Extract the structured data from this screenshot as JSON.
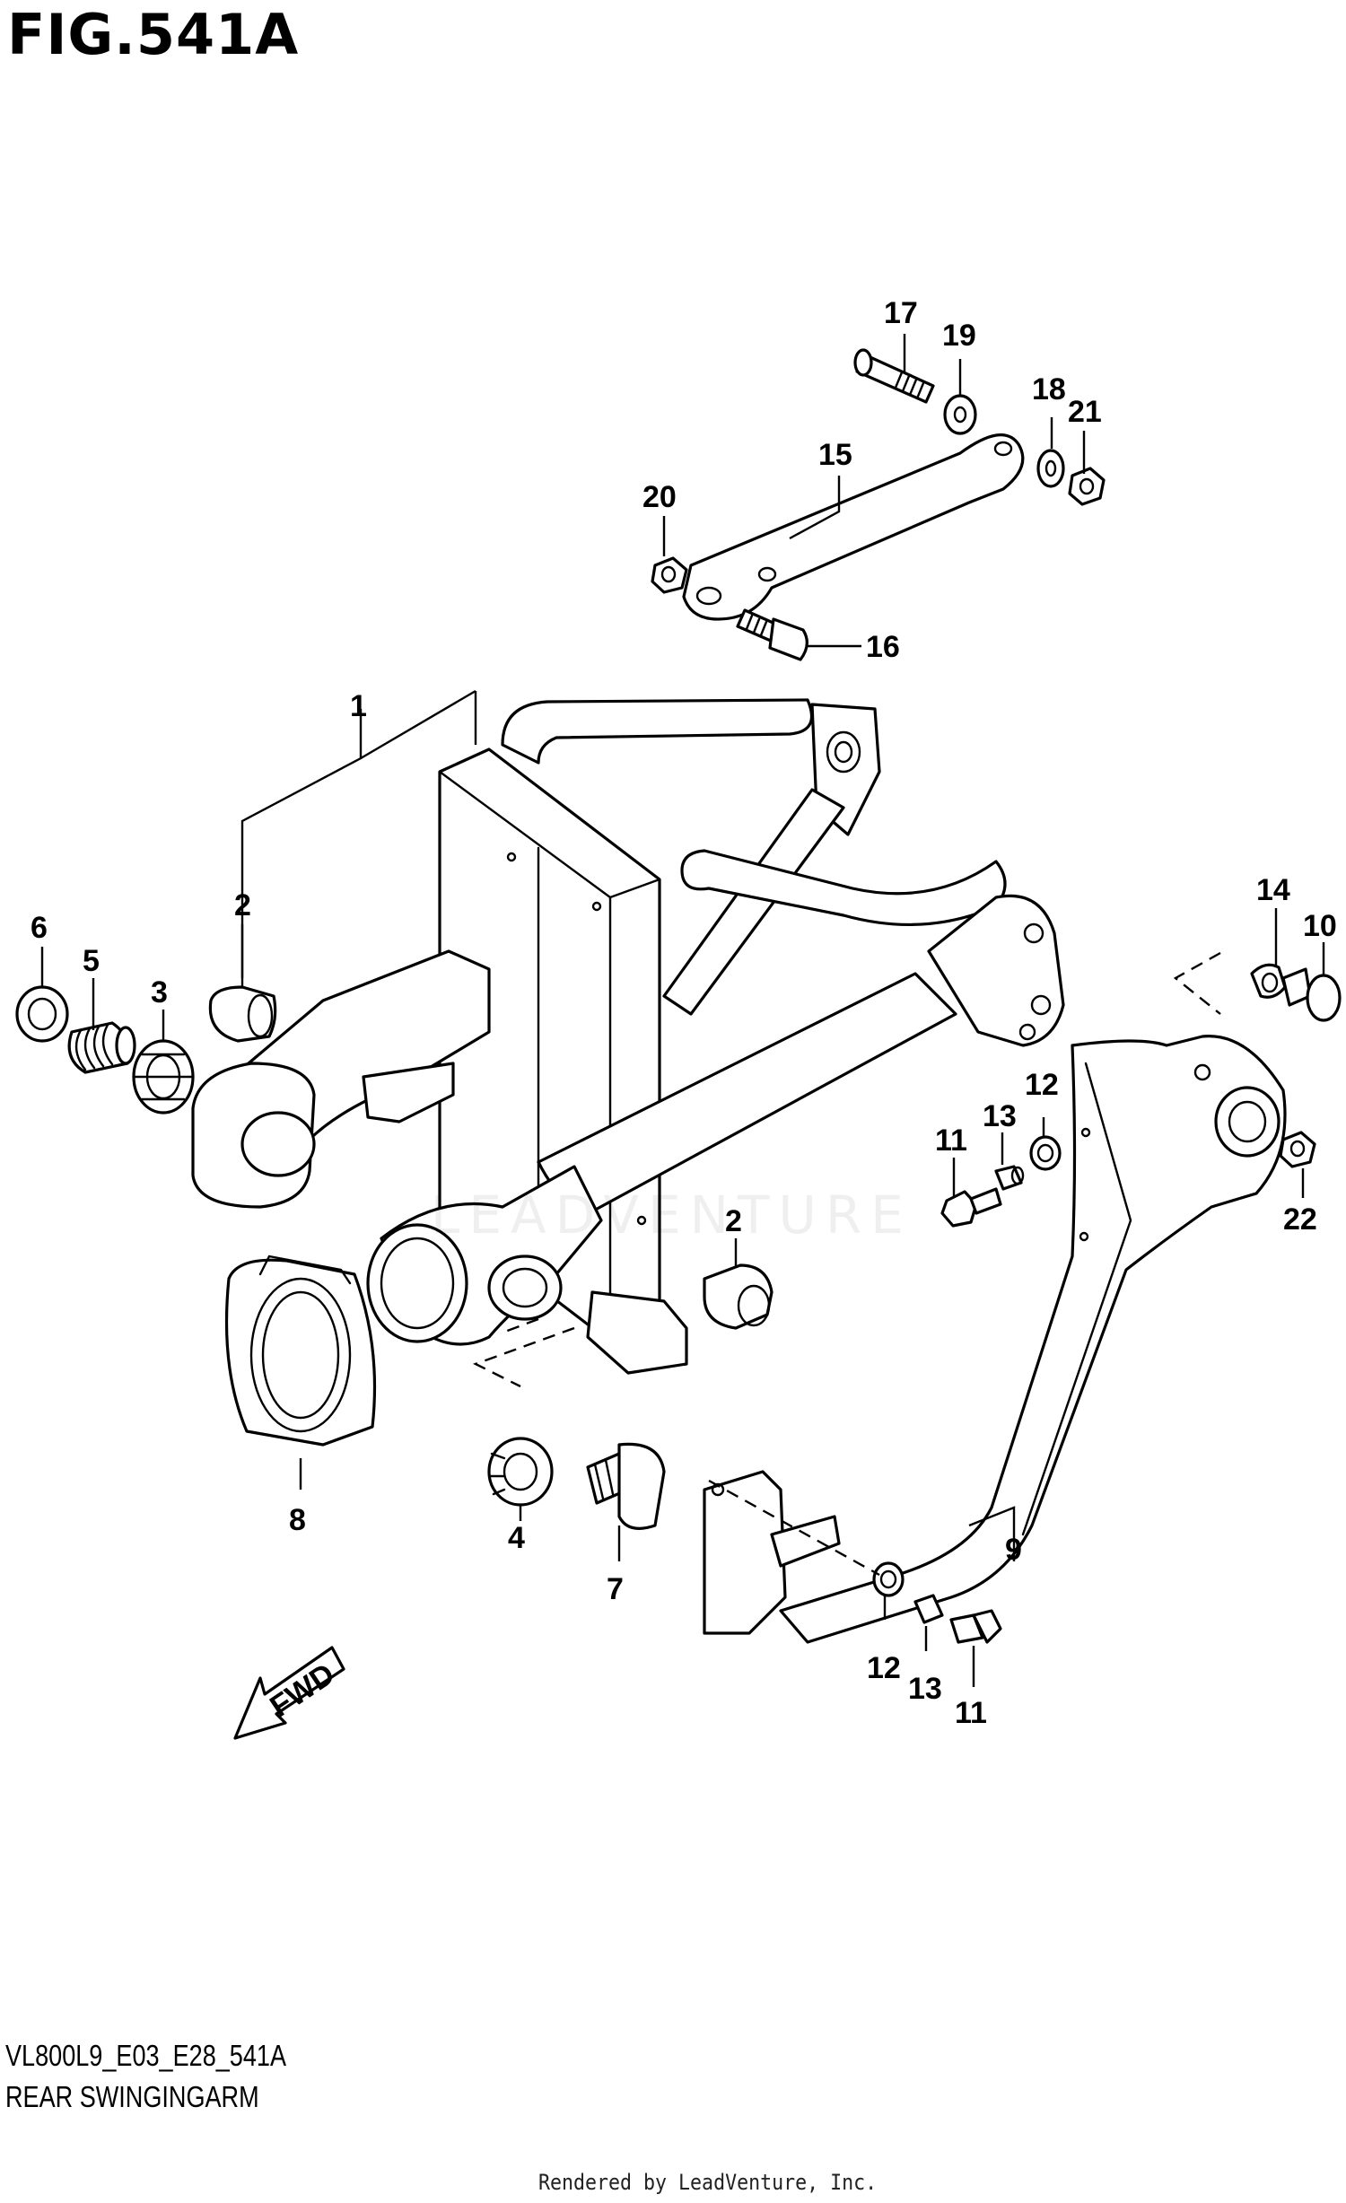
{
  "figure": {
    "title": "FIG.541A",
    "code": "VL800L9_E03_E28_541A",
    "name": "REAR SWINGINGARM",
    "credit": "Rendered by LeadVenture, Inc.",
    "watermark": "LEADVENTURE",
    "fwd_label": "FWD"
  },
  "callouts": {
    "c1": "1",
    "c2a": "2",
    "c2b": "2",
    "c3": "3",
    "c4": "4",
    "c5": "5",
    "c6": "6",
    "c7": "7",
    "c8": "8",
    "c9": "9",
    "c10": "10",
    "c11a": "11",
    "c11b": "11",
    "c12a": "12",
    "c12b": "12",
    "c13a": "13",
    "c13b": "13",
    "c14": "14",
    "c15": "15",
    "c16": "16",
    "c17": "17",
    "c18": "18",
    "c19": "19",
    "c20": "20",
    "c21": "21",
    "c22": "22"
  }
}
